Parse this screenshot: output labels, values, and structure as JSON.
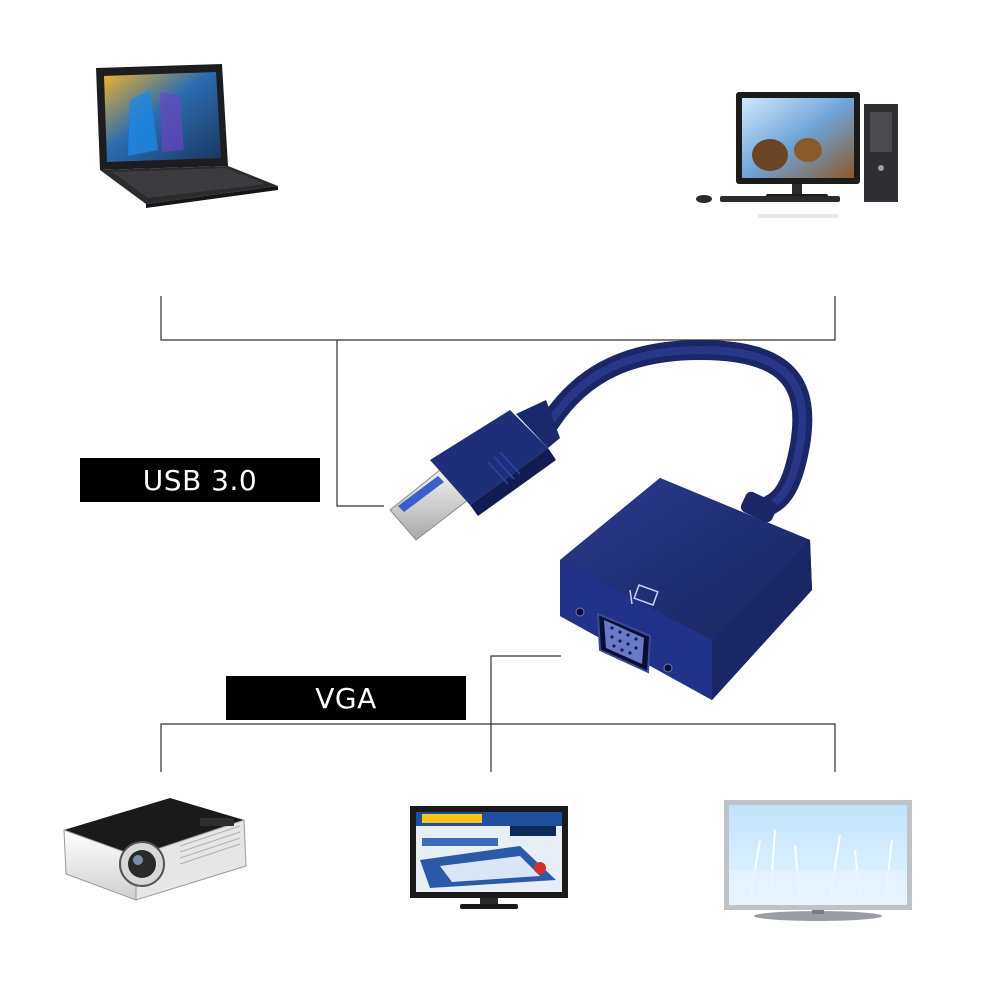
{
  "labels": {
    "usb": "USB 3.0",
    "vga": "VGA"
  },
  "devices": {
    "source": [
      "laptop",
      "desktop-computer"
    ],
    "display": [
      "projector",
      "monitor",
      "tv"
    ]
  },
  "adapter": {
    "connector_in": "usb-a-plug",
    "connector_out": "vga-port",
    "icon": "monitor-port-icon"
  },
  "colors": {
    "adapter": "#1f2e78",
    "adapter_dark": "#121c52",
    "label_bg": "#000000",
    "label_text": "#ffffff",
    "connector_line": "#333333"
  }
}
